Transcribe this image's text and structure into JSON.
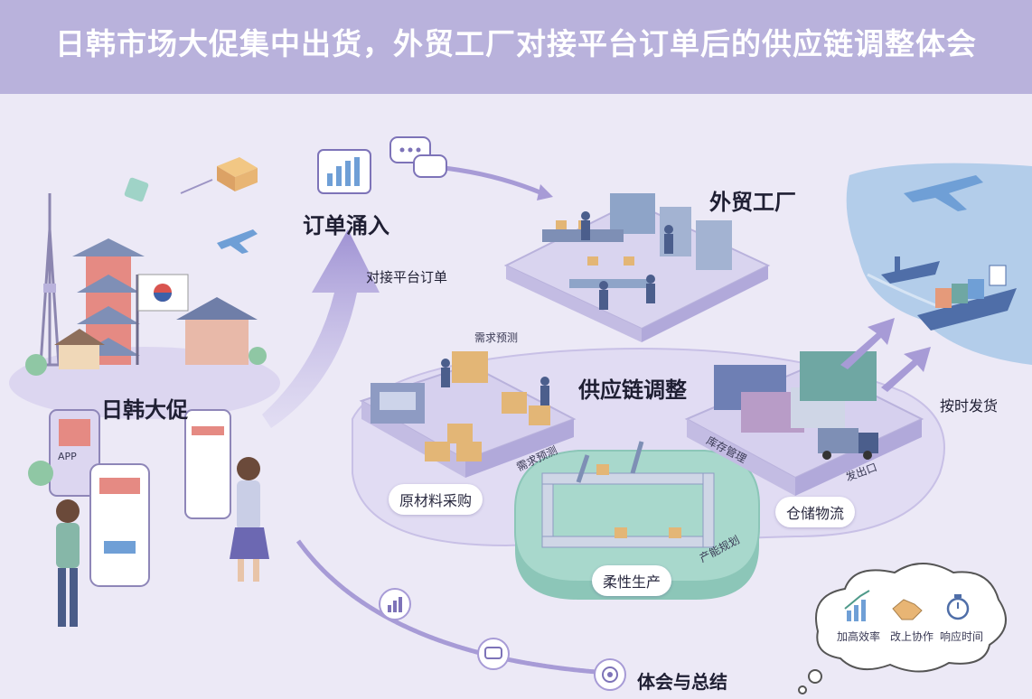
{
  "header": {
    "title": "日韩市场大促集中出货，外贸工厂对接平台订单后的供应链调整体会"
  },
  "labels": {
    "promo": "日韩大促",
    "orders_in": "订单涌入",
    "platform_orders": "对接平台订单",
    "factory": "外贸工厂",
    "supply_chain": "供应链调整",
    "demand_forecast_top": "需求预测",
    "demand_forecast_side": "需求预测",
    "raw_material": "原材料采购",
    "flexible_production": "柔性生产",
    "capacity_planning": "产能规划",
    "inventory_mgmt": "库存管理",
    "shipping_out": "发出口",
    "warehouse_logistics": "仓储物流",
    "on_time_delivery": "按时发货",
    "summary": "体会与总结",
    "app": "APP"
  },
  "summary_cloud": {
    "items": [
      {
        "label": "加高效率",
        "icon": "growth-chart-icon"
      },
      {
        "label": "改上协作",
        "icon": "handshake-icon"
      },
      {
        "label": "响应时间",
        "icon": "stopwatch-icon"
      }
    ]
  },
  "colors": {
    "header_bg": "#b9b2dc",
    "page_bg": "#ece9f6",
    "platform": "#d9d4ef",
    "teal_platform": "#9fd3c7",
    "sea": "#a9c7e8",
    "arrow": "#a79bd6"
  }
}
